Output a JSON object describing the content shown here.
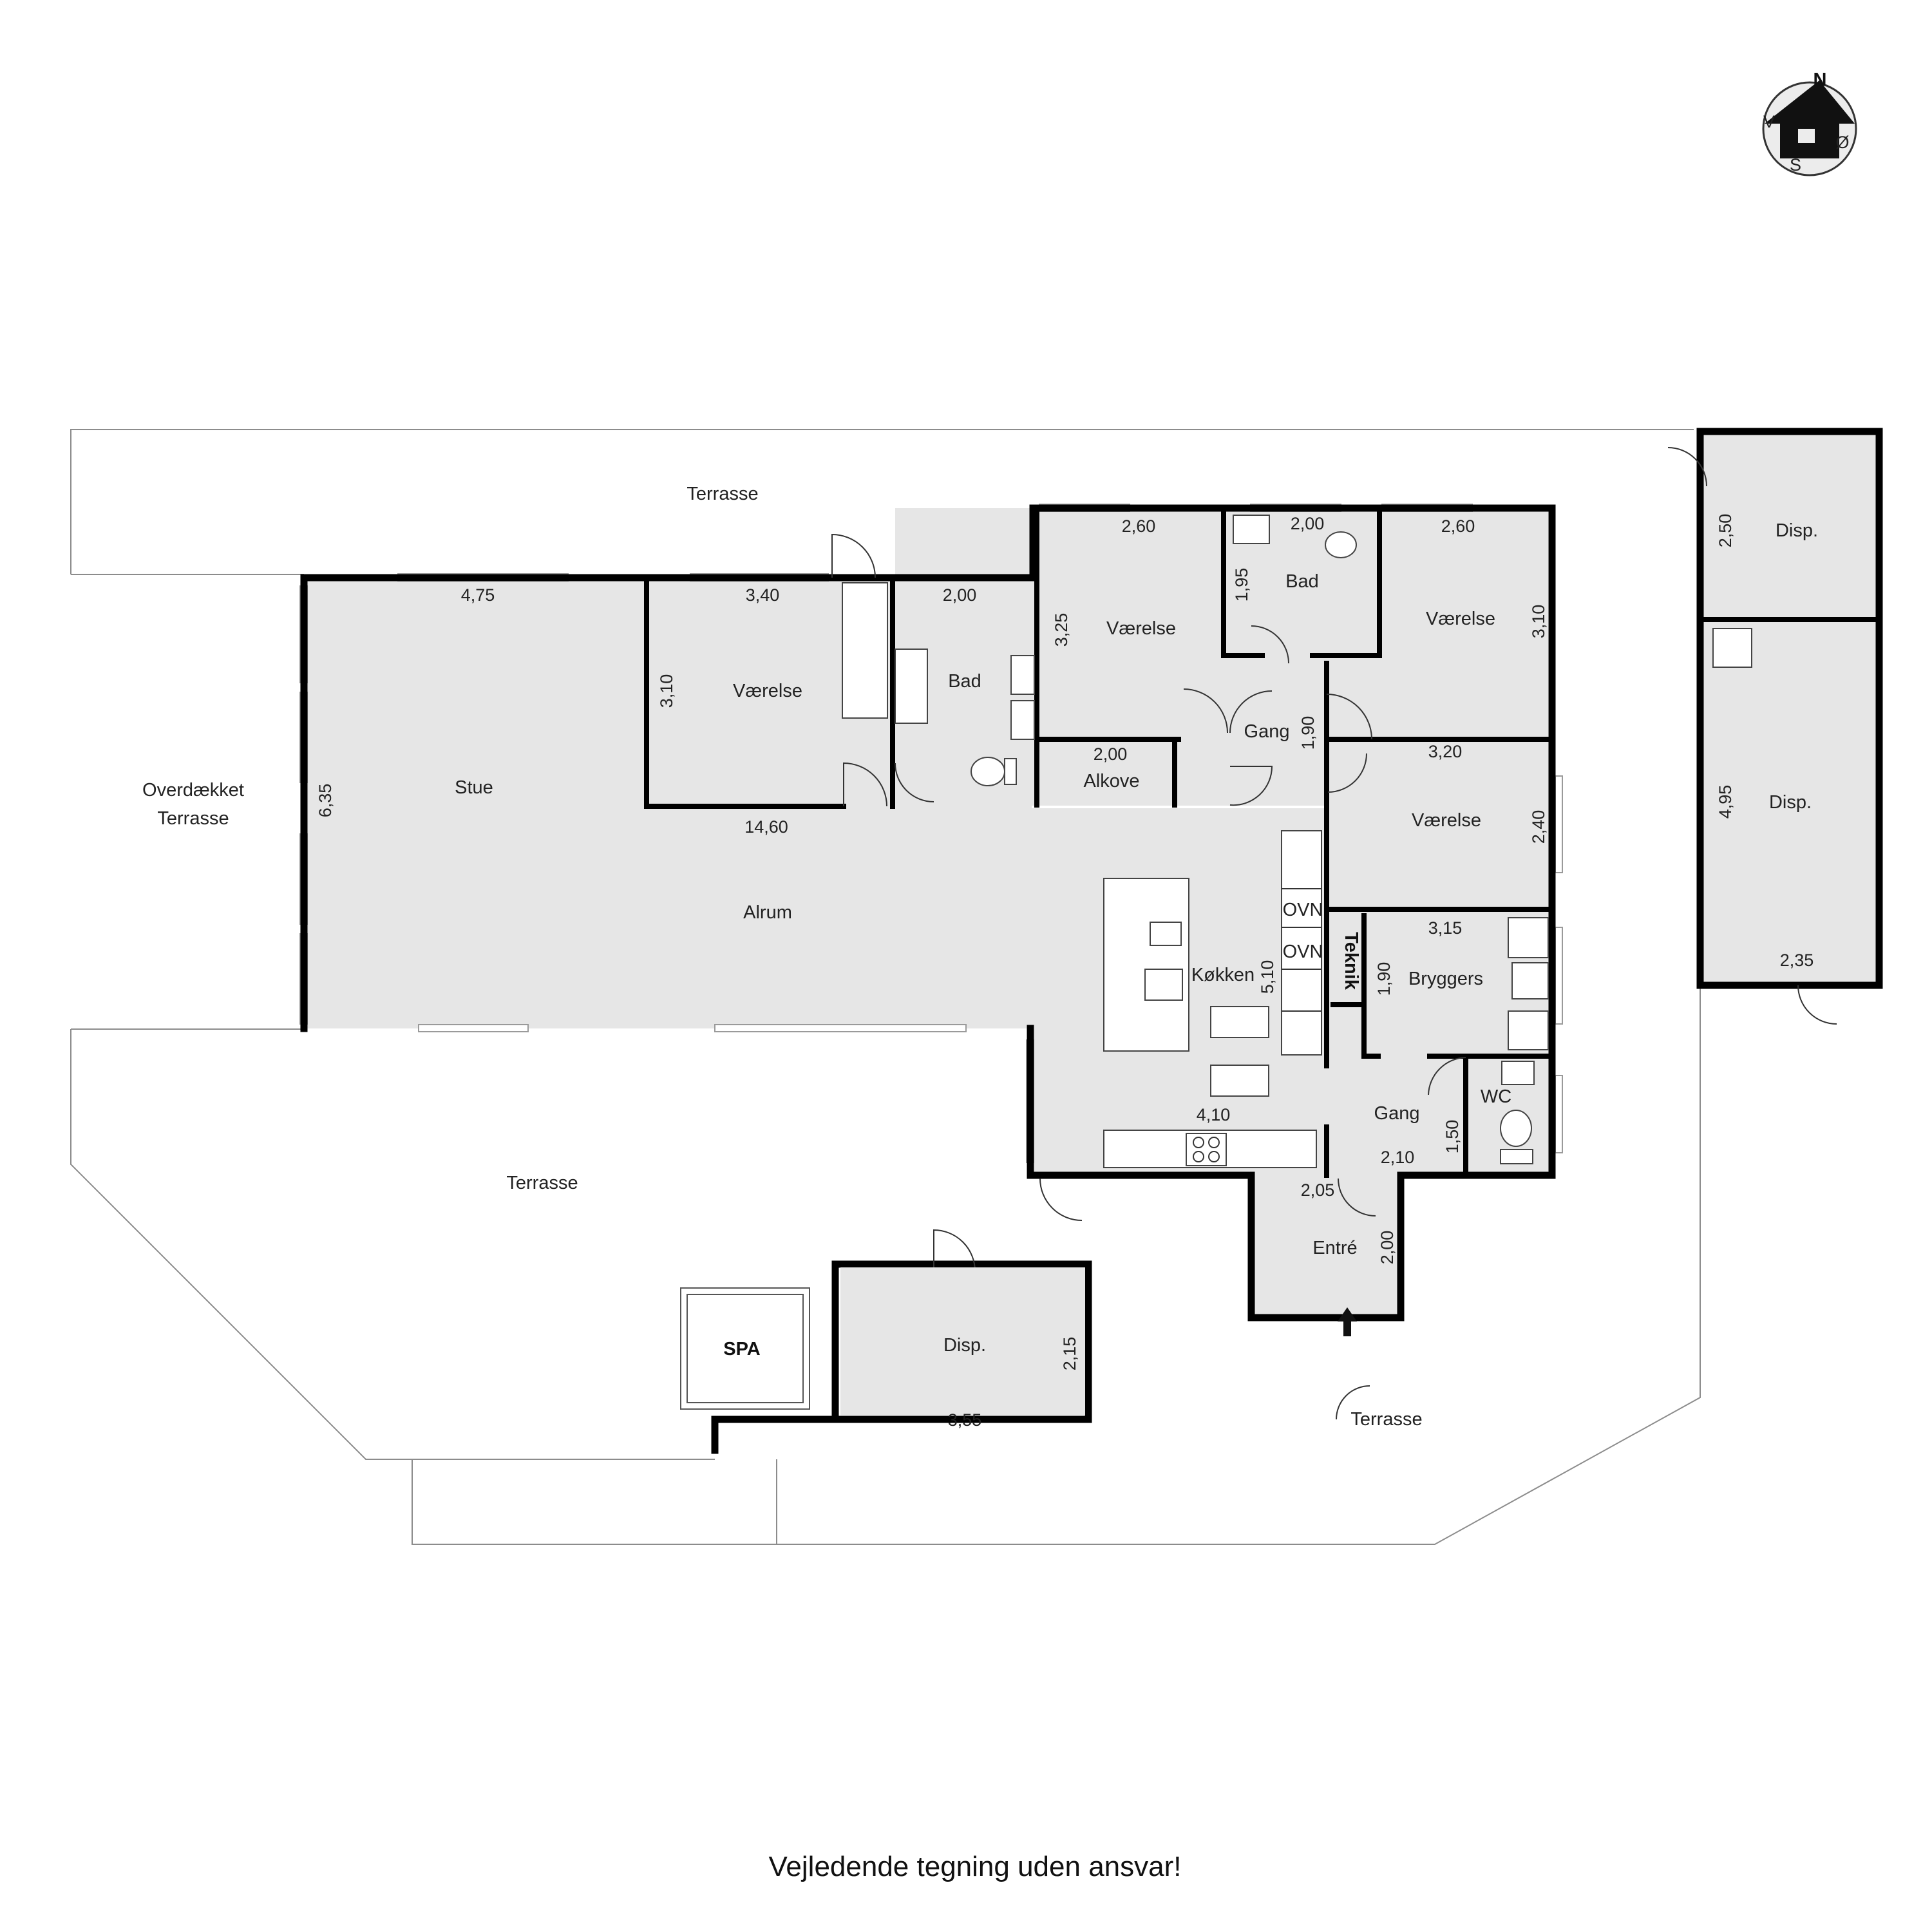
{
  "caption": "Vejledende tegning uden ansvar!",
  "compass": {
    "n": "N",
    "s": "S",
    "v": "V",
    "o": "Ø",
    "icon": "house-compass-icon"
  },
  "colors": {
    "floor": "#e6e6e6",
    "wall": "#000000",
    "terrace_line": "#8c8c8c"
  },
  "rooms": {
    "terrasse_top": "Terrasse",
    "overdaekket_1": "Overdækket",
    "overdaekket_2": "Terrasse",
    "stue": "Stue",
    "vaerelse_1": "Værelse",
    "bad_1": "Bad",
    "vaerelse_2": "Værelse",
    "bad_2": "Bad",
    "vaerelse_3": "Værelse",
    "gang_1": "Gang",
    "alkove": "Alkove",
    "vaerelse_4": "Værelse",
    "alrum": "Alrum",
    "koekken": "Køkken",
    "ovn_1": "OVN",
    "ovn_2": "OVN",
    "teknik": "Teknik",
    "bryggers": "Bryggers",
    "gang_2": "Gang",
    "wc": "WC",
    "entre": "Entré",
    "terrasse_left": "Terrasse",
    "spa": "SPA",
    "disp_1": "Disp.",
    "terrasse_bottom": "Terrasse",
    "disp_2": "Disp.",
    "disp_3": "Disp."
  },
  "dims": {
    "stue_w": "4,75",
    "stue_h": "6,35",
    "vaer1_w": "3,40",
    "vaer1_h": "3,10",
    "bad1_w": "2,00",
    "vaer2_w": "2,60",
    "vaer2_h": "3,25",
    "bad2_w": "2,00",
    "bad2_h": "1,95",
    "vaer3_w": "2,60",
    "vaer3_h": "3,10",
    "gang1_h": "1,90",
    "alkove_w": "2,00",
    "alrum_w": "14,60",
    "vaer4_w": "3,20",
    "vaer4_h": "2,40",
    "koekken_h": "5,10",
    "koekken_w": "4,10",
    "bryggers_w": "3,15",
    "bryggers_h": "1,90",
    "gang2_h": "1,50",
    "gang2_w": "2,10",
    "entre_w": "2,05",
    "entre_h": "2,00",
    "disp1_h": "2,15",
    "disp1_w": "3,55",
    "disp2_h": "2,50",
    "disp3_h": "4,95",
    "disp3_w": "2,35"
  }
}
